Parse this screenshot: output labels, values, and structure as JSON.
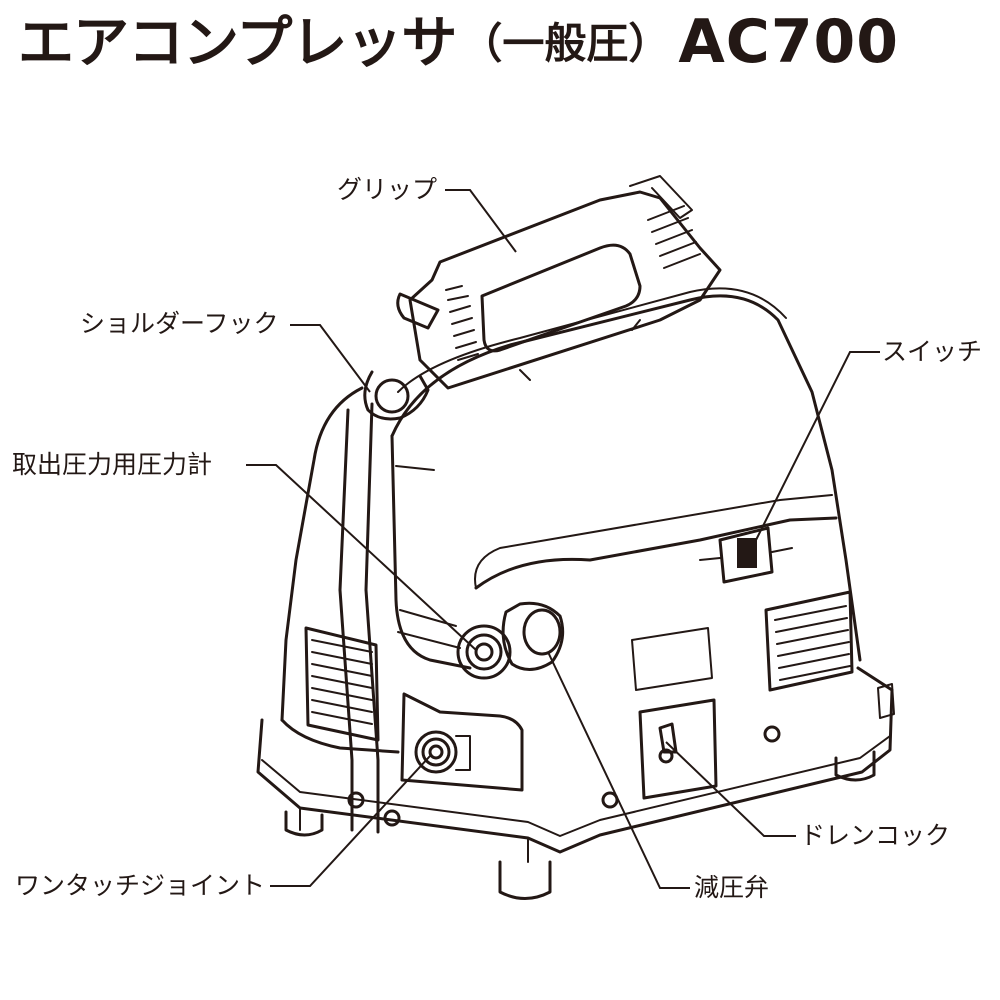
{
  "title": {
    "product_type": "エアコンプレッサ",
    "pressure_type": "（一般圧）",
    "model": "AC700"
  },
  "callouts": {
    "grip": "グリップ",
    "shoulder_hook": "ショルダーフック",
    "outlet_gauge": "取出圧力用圧力計",
    "switch": "スイッチ",
    "one_touch_joint": "ワンタッチジョイント",
    "drain_cock": "ドレンコック",
    "reducing_valve": "減圧弁"
  },
  "colors": {
    "ink": "#231815",
    "background": "#ffffff"
  }
}
